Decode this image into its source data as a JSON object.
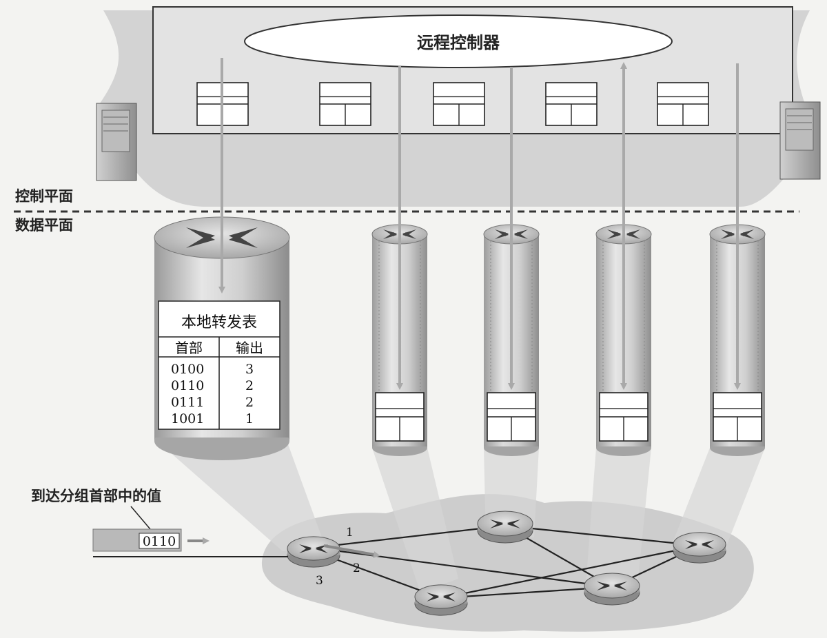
{
  "controller": {
    "label": "远程控制器"
  },
  "planes": {
    "control": "控制平面",
    "data": "数据平面"
  },
  "forwarding_table": {
    "title": "本地转发表",
    "headers": [
      "首部",
      "输出"
    ],
    "rows": [
      {
        "header": "0100",
        "output": "3"
      },
      {
        "header": "0110",
        "output": "2"
      },
      {
        "header": "0111",
        "output": "2"
      },
      {
        "header": "1001",
        "output": "1"
      }
    ]
  },
  "packet": {
    "caption": "到达分组首部中的值",
    "value": "0110"
  },
  "ports": [
    "1",
    "2",
    "3"
  ]
}
